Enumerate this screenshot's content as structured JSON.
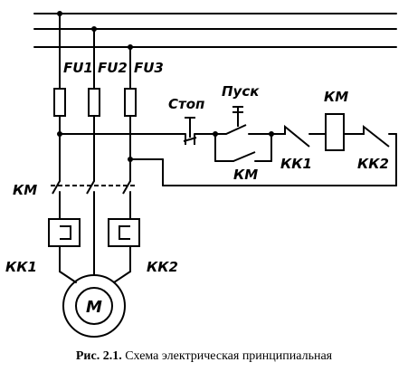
{
  "diagram": {
    "labels": {
      "fu1": "FU1",
      "fu2": "FU2",
      "fu3": "FU3",
      "stop": "Стоп",
      "start": "Пуск",
      "km_coil": "КМ",
      "km_main": "КМ",
      "km_aux": "КМ",
      "kk1_contact": "КК1",
      "kk2_contact": "КК2",
      "kk1_relay": "КК1",
      "kk2_relay": "КК2",
      "motor": "М"
    },
    "line_color": "#000000"
  },
  "caption": {
    "number": "Рис. 2.1.",
    "text": "Схема электрическая принципиальная"
  }
}
